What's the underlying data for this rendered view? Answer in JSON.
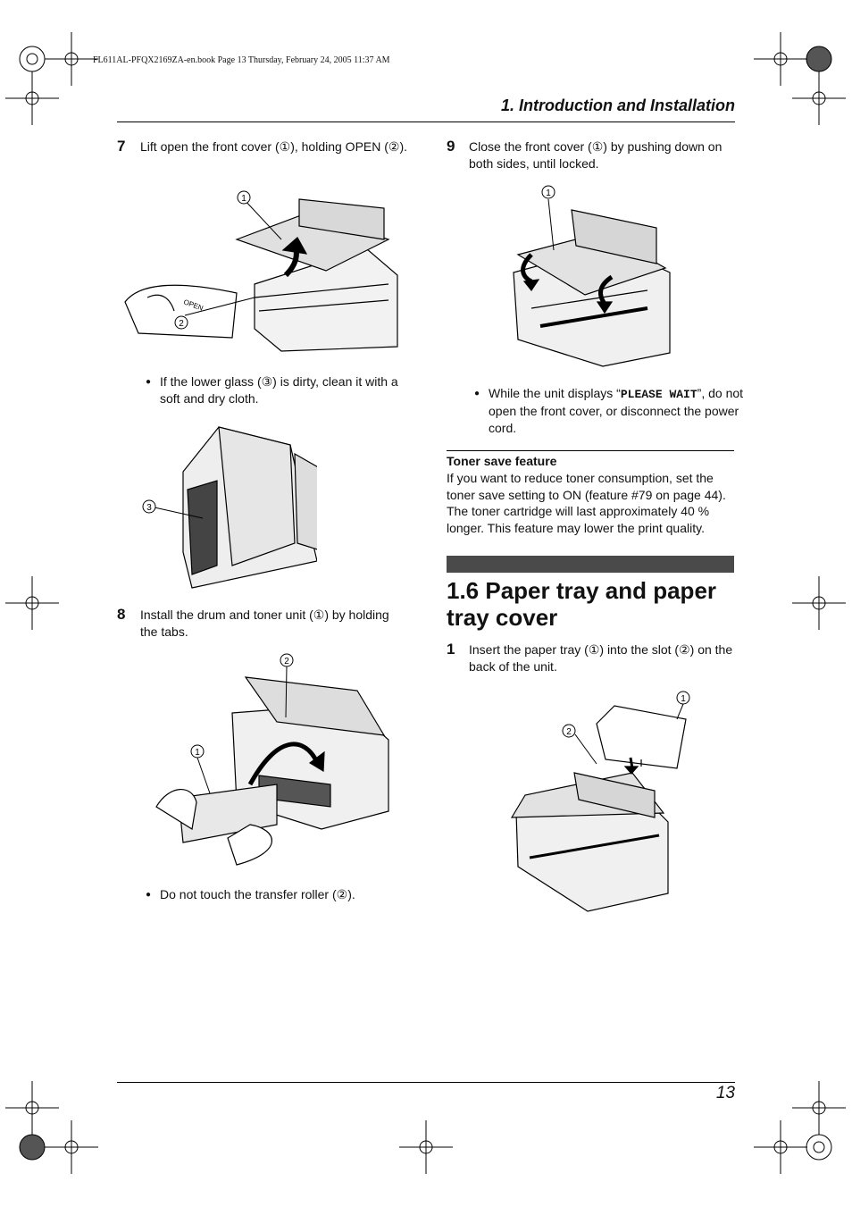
{
  "header": {
    "book_info": "FL611AL-PFQX2169ZA-en.book  Page 13  Thursday, February 24, 2005  11:37 AM",
    "section": "1. Introduction and Installation"
  },
  "left": {
    "step7": {
      "num": "7",
      "text": "Lift open the front cover (①), holding OPEN (②)."
    },
    "fig1": {
      "callout1": "1",
      "callout2": "2",
      "open_label": "OPEN"
    },
    "bullet_glass": "If the lower glass (③) is dirty, clean it with a soft and dry cloth.",
    "fig2": {
      "callout3": "3"
    },
    "step8": {
      "num": "8",
      "text": "Install the drum and toner unit (①) by holding the tabs."
    },
    "fig3": {
      "callout1": "1",
      "callout2": "2"
    },
    "bullet_roller": "Do not touch the transfer roller (②)."
  },
  "right": {
    "step9": {
      "num": "9",
      "text": "Close the front cover (①) by pushing down on both sides, until locked."
    },
    "fig4": {
      "callout1": "1"
    },
    "bullet_wait_pre": "While the unit displays “",
    "bullet_wait_code": "PLEASE WAIT",
    "bullet_wait_post": "”, do not open the front cover, or disconnect the power cord.",
    "toner": {
      "title": "Toner save feature",
      "body": "If you want to reduce toner consumption, set the toner save setting to ON (feature #79 on page 44). The toner cartridge will last approximately 40 % longer. This feature may lower the print quality."
    },
    "section_title": "1.6 Paper tray and paper tray cover",
    "step1": {
      "num": "1",
      "text": "Insert the paper tray (①) into the slot (②) on the back of the unit."
    },
    "fig5": {
      "callout1": "1",
      "callout2": "2"
    }
  },
  "footer": {
    "page_number": "13"
  }
}
